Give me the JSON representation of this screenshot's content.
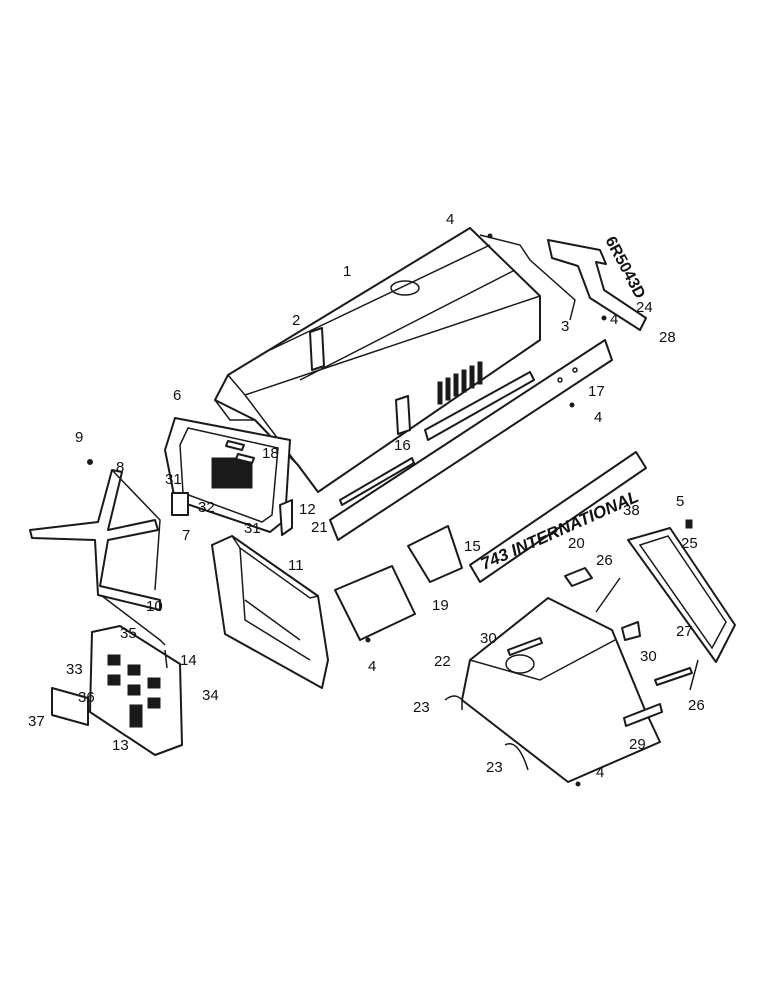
{
  "diagram": {
    "decal_text": "743 INTERNATIONAL",
    "part_stamp": "6R5043D",
    "callouts": [
      "1",
      "2",
      "3",
      "4",
      "4",
      "4",
      "4",
      "4",
      "5",
      "6",
      "7",
      "8",
      "9",
      "10",
      "11",
      "12",
      "13",
      "14",
      "15",
      "16",
      "17",
      "18",
      "19",
      "20",
      "21",
      "22",
      "23",
      "23",
      "24",
      "25",
      "26",
      "26",
      "27",
      "28",
      "29",
      "30",
      "30",
      "31",
      "31",
      "32",
      "33",
      "34",
      "35",
      "36",
      "37",
      "38"
    ]
  }
}
